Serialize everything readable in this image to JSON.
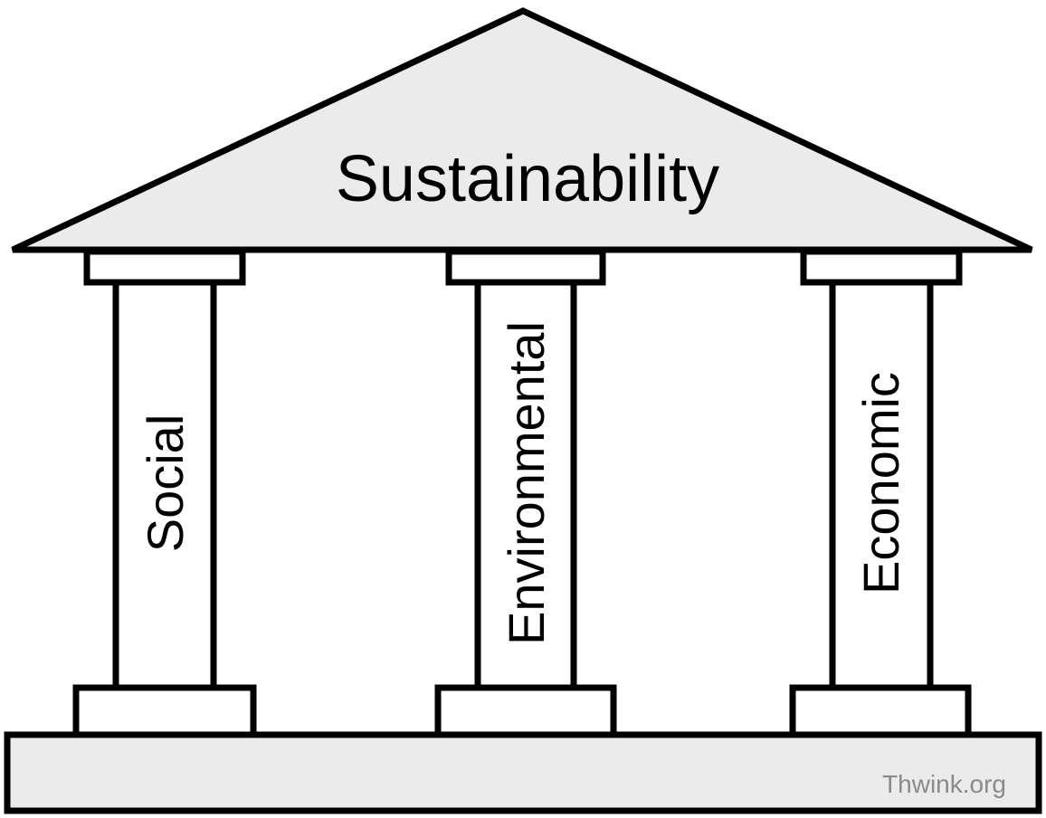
{
  "roof": {
    "label": "Sustainability"
  },
  "pillars": [
    {
      "label": "Social"
    },
    {
      "label": "Environmental"
    },
    {
      "label": "Economic"
    }
  ],
  "foundation": {
    "watermark": "Thwink.org"
  },
  "colors": {
    "stroke": "#000000",
    "fill_light": "#ebebeb",
    "fill_white": "#ffffff",
    "watermark": "#8a8a8a"
  }
}
